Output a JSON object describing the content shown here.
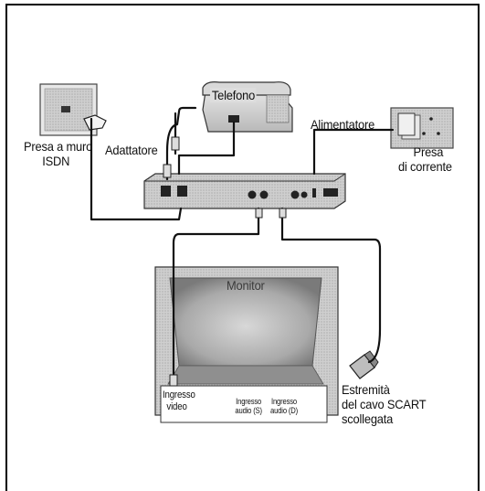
{
  "labels": {
    "telefono": "Telefono",
    "presa_muro": [
      "Presa a muro",
      "ISDN"
    ],
    "adattatore": "Adattatore",
    "alimentatore": "Alimentatore",
    "presa_corrente": [
      "Presa",
      "di corrente"
    ],
    "monitor": "Monitor",
    "ingresso_video": [
      "Ingresso",
      "video"
    ],
    "ingresso_audio_s": [
      "Ingresso",
      "audio (S)"
    ],
    "ingresso_audio_d": [
      "Ingresso",
      "audio (D)"
    ],
    "estremita_scart": [
      "Estremità",
      "del cavo SCART",
      "scollegata"
    ]
  },
  "colors": {
    "cable": "#111111",
    "device_fill": "#c9c9c9",
    "device_dark": "#8a8a8a",
    "panel_fill": "#ffffff"
  }
}
